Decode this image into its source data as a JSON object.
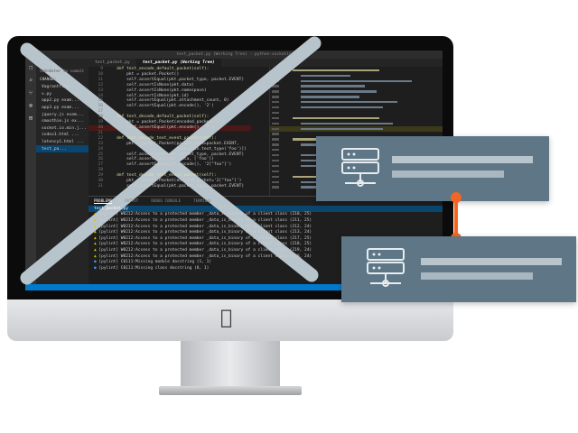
{
  "window_title": "test_packet.py (Working Tree) - python-socketio",
  "sidebar": {
    "commit_placeholder": "Cmd+Enter to commit",
    "section": "CHANGES",
    "files": [
      "Vagrantfile",
      "v.py",
      "app2.py exam...",
      "app3.py exam...",
      "jquery.js exam...",
      "smoothie.js ex...",
      "socket.io.min.j...",
      "index1.html ...",
      "latency1.html ...",
      "test_pa..."
    ]
  },
  "tabs": [
    "test_packet.py",
    "test_packet.py (Working Tree)"
  ],
  "editor_lines": [
    {
      "n": "9",
      "t": "    def test_encode_default_packet(self):"
    },
    {
      "n": "10",
      "t": "        pkt = packet.Packet()"
    },
    {
      "n": "11",
      "t": "        self.assertEqual(pkt.packet_type, packet.EVENT)"
    },
    {
      "n": "12",
      "t": "        self.assertIsNone(pkt.data)"
    },
    {
      "n": "13",
      "t": "        self.assertIsNone(pkt.namespace)"
    },
    {
      "n": "14",
      "t": "        self.assertIsNone(pkt.id)"
    },
    {
      "n": "15",
      "t": "        self.assertEqual(pkt.attachment_count, 0)"
    },
    {
      "n": "16",
      "t": "        self.assertEqual(pkt.encode(), '2')"
    },
    {
      "n": "17",
      "t": ""
    },
    {
      "n": "18",
      "t": "    def test_decode_default_packet(self):"
    },
    {
      "n": "19",
      "t": "        pkt = packet.Packet(encoded_packet='2')"
    },
    {
      "n": "20",
      "t": "        self.assertEqual(pkt.encode(), '2')"
    },
    {
      "n": "21",
      "t": ""
    },
    {
      "n": "22",
      "t": "    def test_encode_text_event_packet(self):"
    },
    {
      "n": "23",
      "t": "        pkt = packet.Packet(packet_type=packet.EVENT,"
    },
    {
      "n": "24",
      "t": "                            data=[six.text_type('foo')])"
    },
    {
      "n": "25",
      "t": "        self.assertEqual(pkt.packet_type, packet.EVENT)"
    },
    {
      "n": "26",
      "t": "        self.assertEqual(pkt.data, ['foo'])"
    },
    {
      "n": "27",
      "t": "        self.assertEqual(pkt.encode(), '2[\"foo\"]')"
    },
    {
      "n": "28",
      "t": ""
    },
    {
      "n": "29",
      "t": "    def test_decode_text_event_packet(self):"
    },
    {
      "n": "30",
      "t": "        pkt = packet.Packet(encoded_packet='2[\"foo\"]')"
    },
    {
      "n": "31",
      "t": "        self.assertEqual(pkt.packet_type, packet.EVENT)"
    }
  ],
  "panel": {
    "tabs": [
      "PROBLEMS",
      "OUTPUT",
      "DEBUG CONSOLE",
      "TERMINAL"
    ],
    "file": "test_packet.py",
    "problems": [
      {
        "sev": "warn",
        "t": "[pylint] W0212:Access to a protected member _data_is_binary of a client class (210, 25)"
      },
      {
        "sev": "warn",
        "t": "[pylint] W0212:Access to a protected member _data_is_binary of a client class (211, 25)"
      },
      {
        "sev": "warn",
        "t": "[pylint] W0212:Access to a protected member _data_is_binary of a client class (212, 24)"
      },
      {
        "sev": "warn",
        "t": "[pylint] W0212:Access to a protected member _data_is_binary of a client class (213, 24)"
      },
      {
        "sev": "warn",
        "t": "[pylint] W0212:Access to a protected member _data_is_binary of a client class (217, 25)"
      },
      {
        "sev": "warn",
        "t": "[pylint] W0212:Access to a protected member _data_is_binary of a client class (218, 25)"
      },
      {
        "sev": "warn",
        "t": "[pylint] W0212:Access to a protected member _data_is_binary of a client class (219, 24)"
      },
      {
        "sev": "warn",
        "t": "[pylint] W0212:Access to a protected member _data_is_binary of a client class (220, 24)"
      },
      {
        "sev": "info",
        "t": "[pylint] C0111:Missing module docstring (1, 1)"
      },
      {
        "sev": "info",
        "t": "[pylint] C0111:Missing class docstring (8, 1)"
      }
    ]
  },
  "colors": {
    "cross": "#b8c4cc",
    "card": "#5e7686",
    "connector": "#f26522"
  },
  "icons": [
    "apple-logo",
    "server-icon",
    "server-icon"
  ]
}
